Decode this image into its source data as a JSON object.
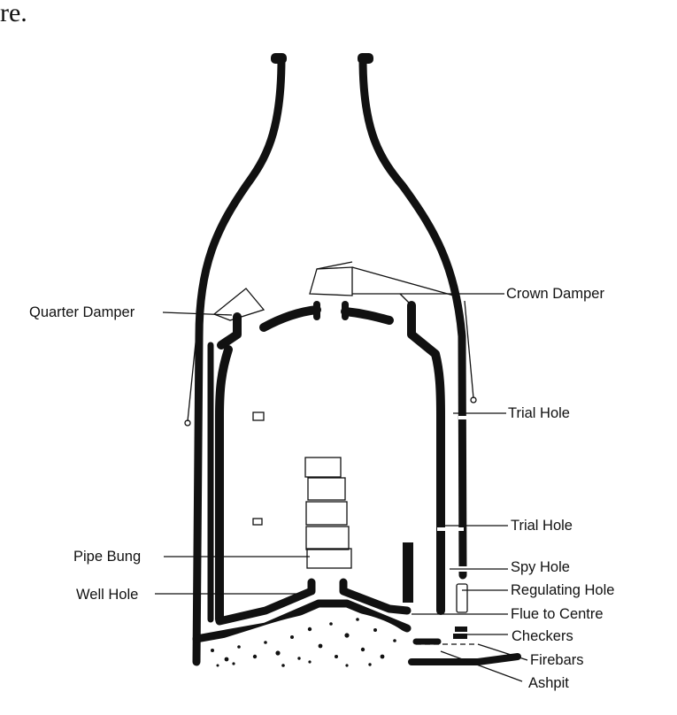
{
  "page_fragment": "re.",
  "labels": {
    "quarter_damper": "Quarter Damper",
    "crown_damper": "Crown Damper",
    "trial_hole_1": "Trial Hole",
    "trial_hole_2": "Trial Hole",
    "pipe_bung": "Pipe Bung",
    "spy_hole": "Spy Hole",
    "regulating_hole": "Regulating Hole",
    "well_hole": "Well Hole",
    "flue_to_centre": "Flue to Centre",
    "checkers": "Checkers",
    "firebars": "Firebars",
    "ashpit": "Ashpit"
  }
}
